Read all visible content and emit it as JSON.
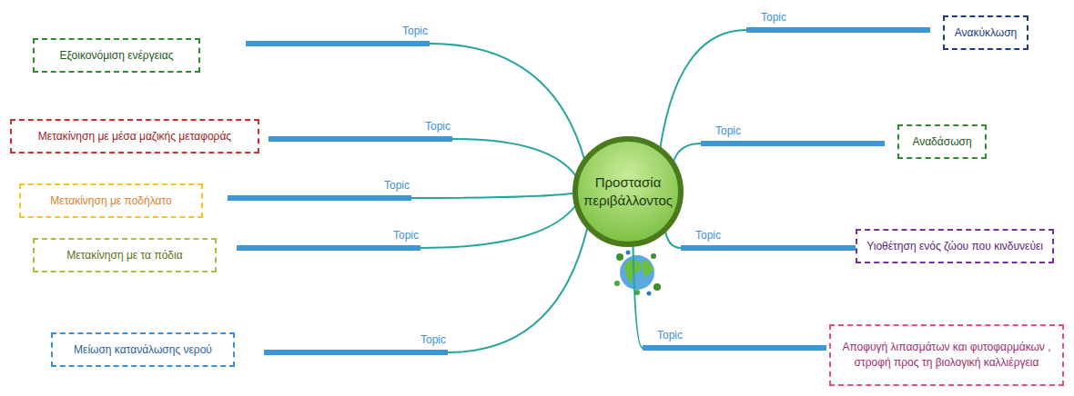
{
  "diagram": {
    "nodes": [
      {
        "text": [
          "Προστασία περιβάλλοντος"
        ]
      },
      {
        "text": [
          "Topic"
        ]
      },
      {
        "text": [
          "Εξοικονόμιση ενέργειας"
        ]
      },
      {
        "text": [
          "Topic"
        ]
      },
      {
        "text": [
          "Ανακύκλωση"
        ]
      },
      {
        "text": [
          "Topic"
        ]
      },
      {
        "text": [
          "Μετακίνηση με μέσα μαζικής μεταφοράς"
        ]
      },
      {
        "text": [
          "Topic"
        ]
      },
      {
        "text": [
          "Αναδάσωση"
        ]
      },
      {
        "text": [
          "Topic"
        ]
      },
      {
        "text": [
          "Μετακίνηση με ποδήλατο"
        ]
      },
      {
        "text": [
          "Topic"
        ]
      },
      {
        "text": [
          "Μετακίνηση με τα πόδια"
        ]
      },
      {
        "text": [
          "Topic"
        ]
      },
      {
        "text": [
          "Υιοθέτηση ενός ζώου που κινδυνεύει"
        ]
      },
      {
        "text": [
          "Topic"
        ]
      },
      {
        "text": [
          "Αποφυγή λιπασμάτων και φυτοφαρμάκων , στροφή προς τη βιολογική καλλιέργεια"
        ]
      },
      {
        "text": [
          "Topic"
        ]
      },
      {
        "text": [
          "Μείωση κατανάλωσης νερού"
        ]
      }
    ],
    "edges": [
      {
        "from": 0,
        "to": 1,
        "arrow": "none"
      },
      {
        "from": 0,
        "to": 3,
        "arrow": "none"
      },
      {
        "from": 0,
        "to": 5,
        "arrow": "none"
      },
      {
        "from": 0,
        "to": 7,
        "arrow": "none"
      },
      {
        "from": 0,
        "to": 9,
        "arrow": "none"
      },
      {
        "from": 0,
        "to": 11,
        "arrow": "none"
      },
      {
        "from": 0,
        "to": 13,
        "arrow": "none"
      },
      {
        "from": 0,
        "to": 15,
        "arrow": "none"
      },
      {
        "from": 0,
        "to": 17,
        "arrow": "none"
      }
    ]
  }
}
